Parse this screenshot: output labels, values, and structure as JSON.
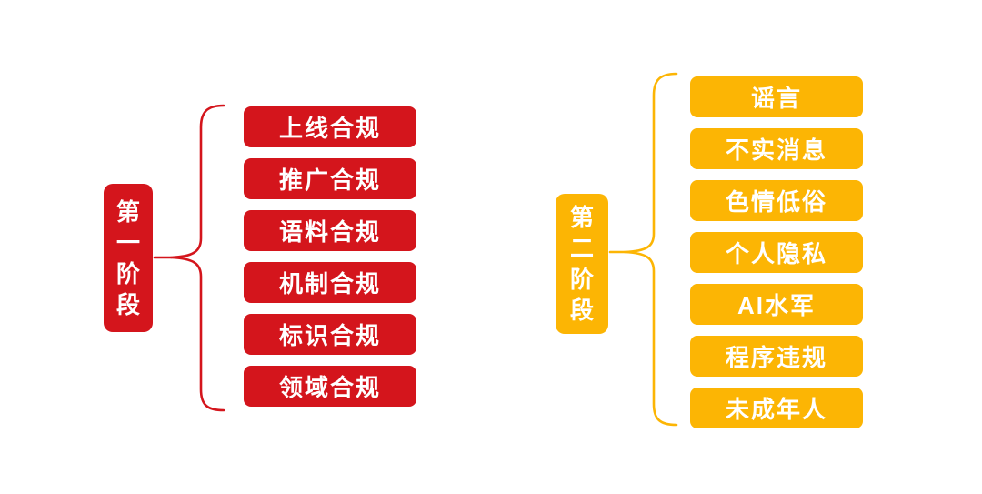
{
  "colors": {
    "phase1_red": "#d4151c",
    "phase2_yellow": "#fcb504",
    "item_text": "#ffffff",
    "background": "#ffffff"
  },
  "phase1": {
    "label": "第一阶段",
    "chars": [
      "第",
      "一",
      "阶",
      "段"
    ],
    "items": [
      "上线合规",
      "推广合规",
      "语料合规",
      "机制合规",
      "标识合规",
      "领域合规"
    ]
  },
  "phase2": {
    "label": "第二阶段",
    "chars": [
      "第",
      "二",
      "阶",
      "段"
    ],
    "items": [
      "谣言",
      "不实消息",
      "色情低俗",
      "个人隐私",
      "AI水军",
      "程序违规",
      "未成年人"
    ]
  }
}
